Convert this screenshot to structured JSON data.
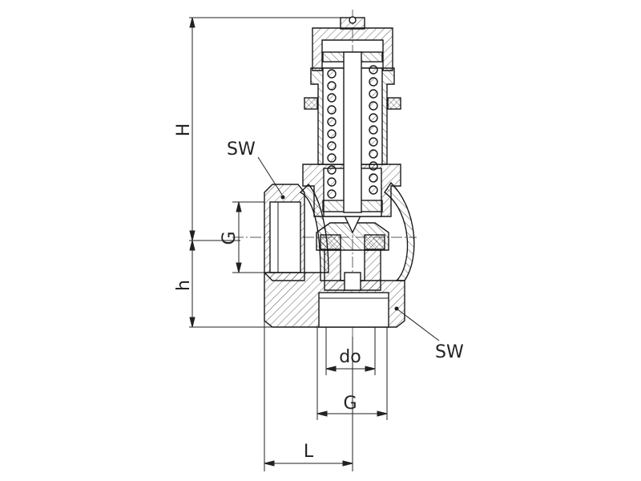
{
  "drawing": {
    "title": "Angle safety valve sectional drawing",
    "labels": {
      "height_total": "H",
      "height_inlet": "h",
      "wrench_size_top": "SW",
      "wrench_size_bottom": "SW",
      "thread_side": "G",
      "thread_bottom": "G",
      "orifice_diameter": "do",
      "length": "L"
    },
    "line_color": "#1a1a1a"
  }
}
